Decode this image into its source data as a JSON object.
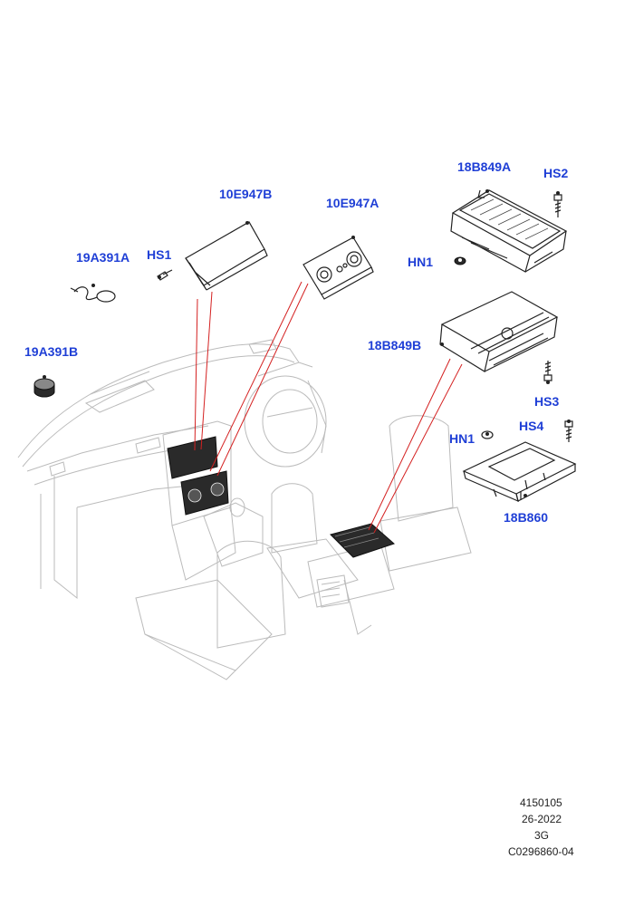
{
  "callouts": {
    "c18B849A_top": "18B849A",
    "cHS2": "HS2",
    "c10E947B": "10E947B",
    "c10E947A": "10E947A",
    "c19A391A": "19A391A",
    "cHS1": "HS1",
    "cHN1_top": "HN1",
    "c18B849B": "18B849B",
    "c19A391B": "19A391B",
    "cHS3": "HS3",
    "cHN1_bottom": "HN1",
    "cHS4": "HS4",
    "c18B860": "18B860"
  },
  "reference": {
    "line1": "4150105",
    "line2": "26-2022",
    "line3": "3G",
    "line4": "C0296860-04"
  },
  "colors": {
    "callout": "#1f3fd6",
    "leader": "#d42020"
  }
}
